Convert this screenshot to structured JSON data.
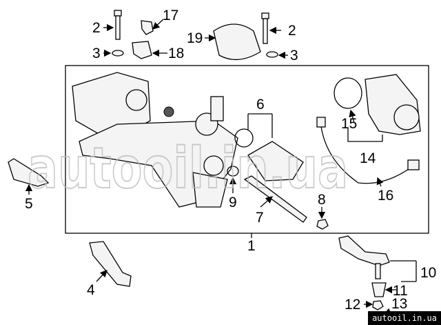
{
  "diagram": {
    "callouts": [
      "1",
      "2",
      "2",
      "3",
      "3",
      "4",
      "5",
      "6",
      "7",
      "8",
      "9",
      "10",
      "11",
      "12",
      "13",
      "14",
      "15",
      "16",
      "17",
      "18",
      "19"
    ],
    "watermark": "autooil.in.ua",
    "badge": "autooil.in.ua"
  }
}
